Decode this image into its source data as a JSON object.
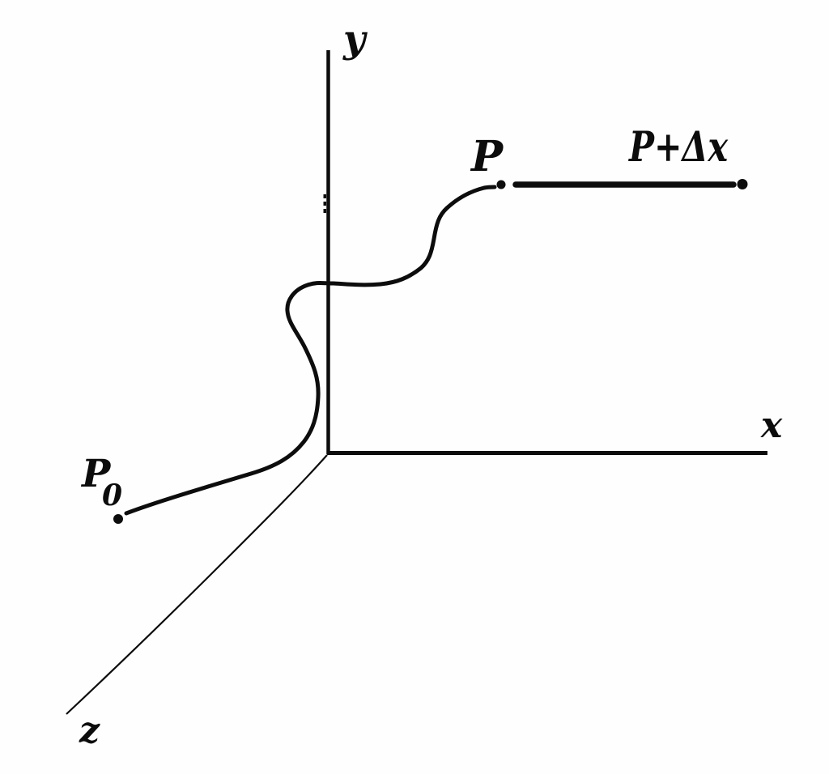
{
  "figure": {
    "colors": {
      "background": "#fefefe",
      "ink": "#0d0d0d"
    },
    "axis_labels": {
      "x": "x",
      "y": "y",
      "z": "z"
    },
    "point_labels": {
      "start_main": "P",
      "start_sub": "0",
      "p": "P",
      "p_plus_delta_x": "P+Δx"
    }
  }
}
